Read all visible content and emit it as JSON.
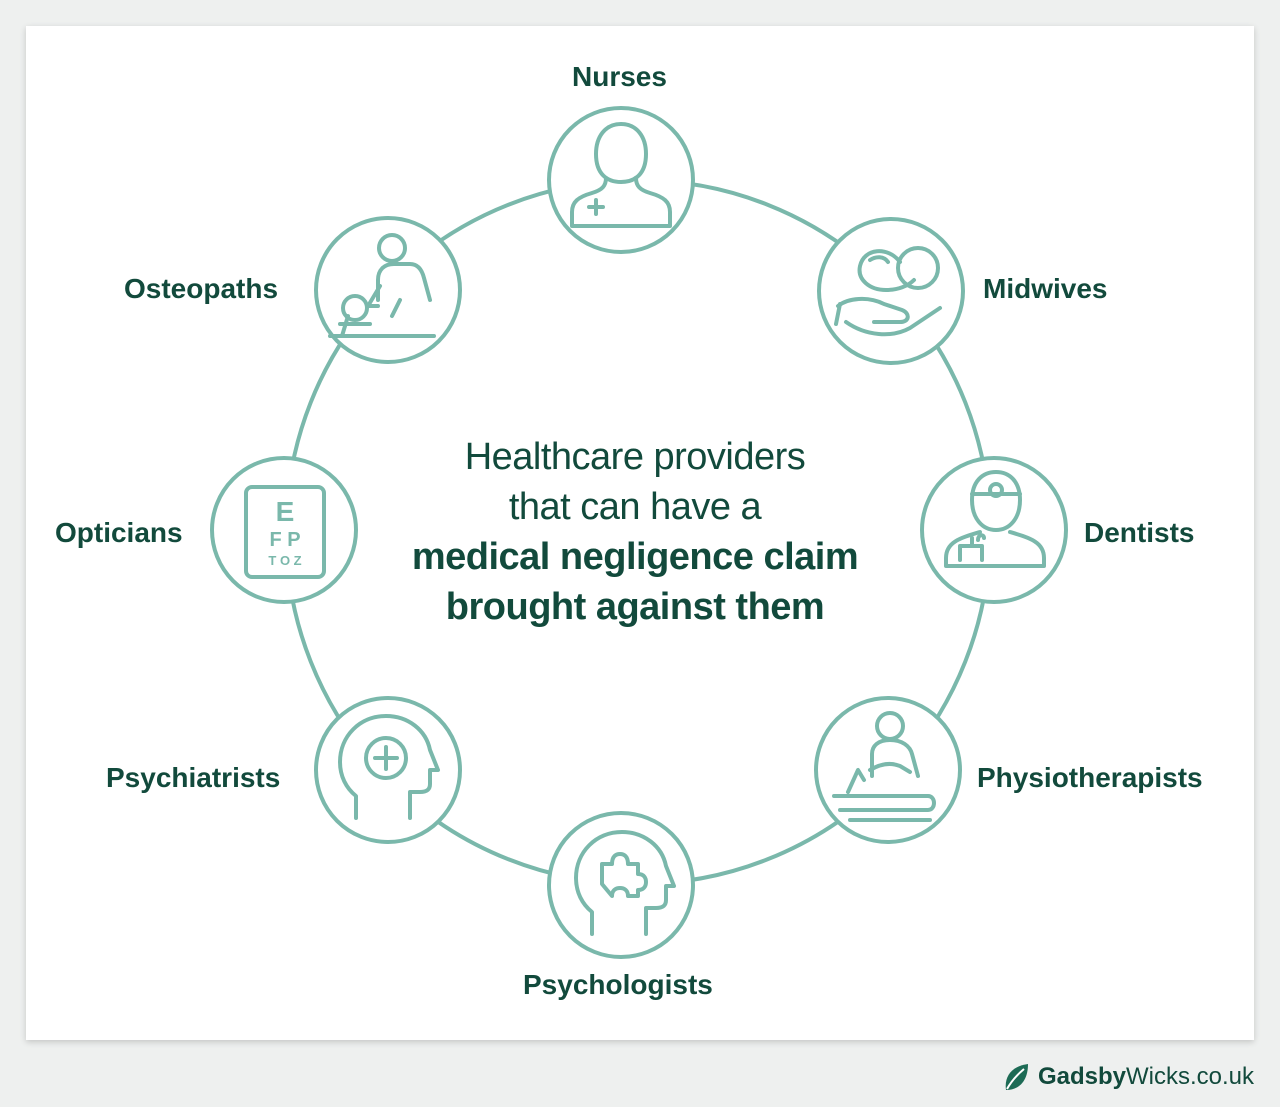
{
  "center": {
    "line1": "Healthcare providers",
    "line2": "that can have a",
    "line3": "medical negligence claim",
    "line4": "brought against them"
  },
  "providers": [
    {
      "label": "Nurses",
      "icon": "nurse-icon"
    },
    {
      "label": "Midwives",
      "icon": "baby-in-hand-icon"
    },
    {
      "label": "Dentists",
      "icon": "dentist-icon"
    },
    {
      "label": "Physiotherapists",
      "icon": "physiotherapist-icon"
    },
    {
      "label": "Psychologists",
      "icon": "head-puzzle-icon"
    },
    {
      "label": "Psychiatrists",
      "icon": "head-plus-icon"
    },
    {
      "label": "Opticians",
      "icon": "eye-chart-icon"
    },
    {
      "label": "Osteopaths",
      "icon": "osteopath-icon"
    }
  ],
  "eye_chart": {
    "row1": "E",
    "row2": "F P",
    "row3": "T O Z"
  },
  "brand": {
    "part1": "Gadsby",
    "part2": "Wicks.co.uk"
  },
  "colors": {
    "ring": "#7ab8ab",
    "text": "#124a3c",
    "icon": "#7ab8ab"
  }
}
